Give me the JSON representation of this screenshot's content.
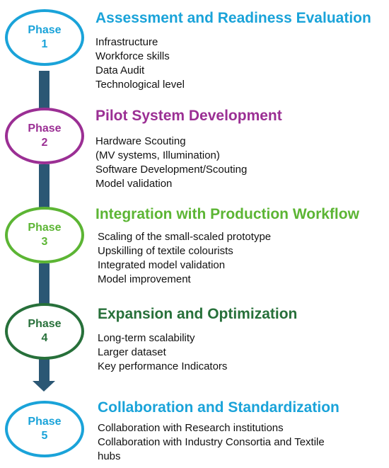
{
  "phases": [
    {
      "label_top": "Phase",
      "label_num": "1",
      "title": "Assessment and Readiness Evaluation",
      "color": "#1aa3d9",
      "items": [
        "Infrastructure",
        "Workforce skills",
        "Data Audit",
        "Technological level"
      ]
    },
    {
      "label_top": "Phase",
      "label_num": "2",
      "title": "Pilot System Development",
      "color": "#9b2f94",
      "items": [
        "Hardware Scouting",
        "(MV systems, Illumination)",
        "Software Development/Scouting",
        "Model validation"
      ]
    },
    {
      "label_top": "Phase",
      "label_num": "3",
      "title": "Integration with Production Workflow",
      "color": "#5cb534",
      "items": [
        "Scaling of the small-scaled prototype",
        "Upskilling of textile colourists",
        "Integrated model validation",
        "Model improvement"
      ]
    },
    {
      "label_top": "Phase",
      "label_num": "4",
      "title": "Expansion and Optimization",
      "color": "#27703a",
      "items": [
        "Long-term scalability",
        "Larger dataset",
        "Key performance Indicators"
      ]
    },
    {
      "label_top": "Phase",
      "label_num": "5",
      "title": "Collaboration and Standardization",
      "color": "#1aa3d9",
      "items": [
        "Collaboration with Research institutions",
        "Collaboration with Industry Consortia and Textile",
        "hubs"
      ]
    }
  ],
  "connector_color": "#2b5774"
}
